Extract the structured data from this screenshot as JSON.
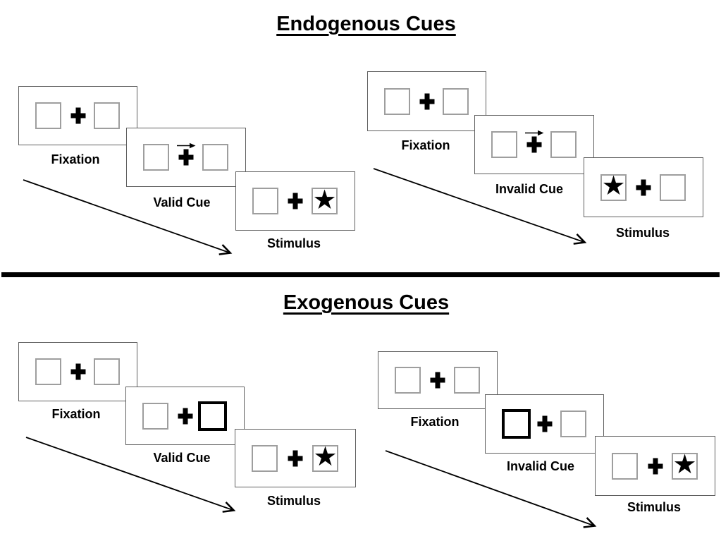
{
  "sections": [
    {
      "title": "Endogenous Cues",
      "groups": [
        {
          "name": "valid-trial",
          "panels": [
            {
              "label": "Fixation"
            },
            {
              "label": "Valid Cue"
            },
            {
              "label": "Stimulus"
            }
          ]
        },
        {
          "name": "invalid-trial",
          "panels": [
            {
              "label": "Fixation"
            },
            {
              "label": "Invalid Cue"
            },
            {
              "label": "Stimulus"
            }
          ]
        }
      ]
    },
    {
      "title": "Exogenous Cues",
      "groups": [
        {
          "name": "valid-trial",
          "panels": [
            {
              "label": "Fixation"
            },
            {
              "label": "Valid Cue"
            },
            {
              "label": "Stimulus"
            }
          ]
        },
        {
          "name": "invalid-trial",
          "panels": [
            {
              "label": "Fixation"
            },
            {
              "label": "Invalid Cue"
            },
            {
              "label": "Stimulus"
            }
          ]
        }
      ]
    }
  ],
  "icons": {
    "star": "★",
    "fixation_cross": "heavy-plus",
    "cue_arrow": "right-arrow"
  },
  "colors": {
    "ink": "#000000",
    "panel_border": "#5f5f5f",
    "box_border": "#9e9e9e",
    "cue_box_border": "#000000",
    "background": "#ffffff"
  }
}
